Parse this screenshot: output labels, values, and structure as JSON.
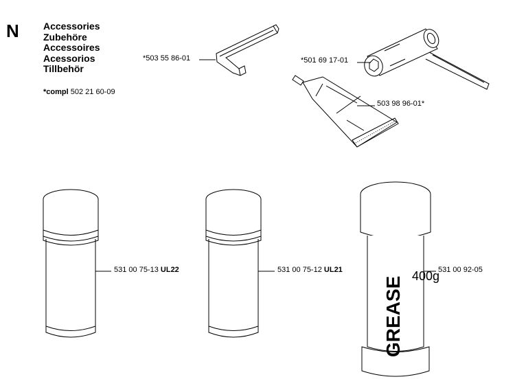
{
  "section": {
    "letter": "N",
    "titles": [
      "Accessories",
      "Zubehöre",
      "Accessoires",
      "Acessorios",
      "Tillbehör"
    ],
    "compl_prefix": "*compl",
    "compl_number": "502 21 60-09"
  },
  "parts": {
    "hex_key": {
      "number": "*503 55 86-01"
    },
    "combi_wrench": {
      "number": "*501 69 17-01"
    },
    "grease_tube": {
      "number": "503 98 96-01*"
    },
    "spray_can_1": {
      "number": "531 00 75-13",
      "code": "UL22"
    },
    "spray_can_2": {
      "number": "531 00 75-12",
      "code": "UL21"
    },
    "grease_cartridge": {
      "number": "531 00 92-05",
      "print_main": "GREASE",
      "print_weight": "400g"
    }
  }
}
